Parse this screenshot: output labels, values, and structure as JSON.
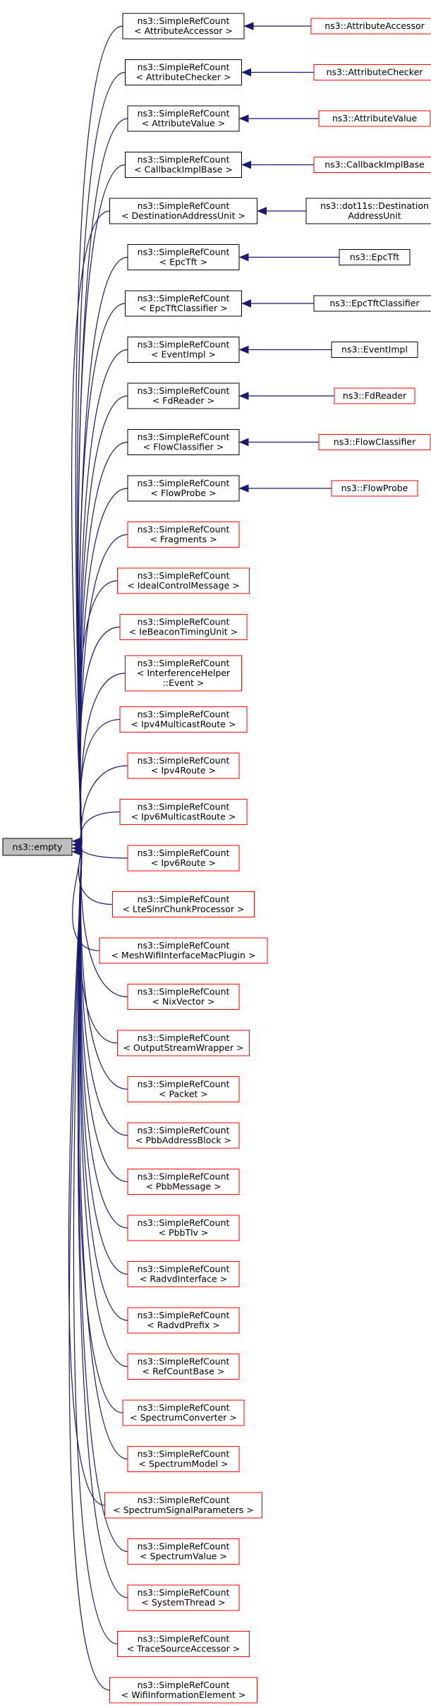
{
  "root": {
    "label": "ns3::empty",
    "fill": "#bfbfbf",
    "border": "#000000"
  },
  "colors": {
    "edge": "#191970",
    "border_black": "#000000",
    "border_red": "#ff0000"
  },
  "middle": [
    {
      "lines": [
        "ns3::SimpleRefCount",
        "< AttributeAccessor >"
      ],
      "border": "black"
    },
    {
      "lines": [
        "ns3::SimpleRefCount",
        "< AttributeChecker >"
      ],
      "border": "black"
    },
    {
      "lines": [
        "ns3::SimpleRefCount",
        "< AttributeValue >"
      ],
      "border": "black"
    },
    {
      "lines": [
        "ns3::SimpleRefCount",
        "< CallbackImplBase >"
      ],
      "border": "black"
    },
    {
      "lines": [
        "ns3::SimpleRefCount",
        "< DestinationAddressUnit >"
      ],
      "border": "black"
    },
    {
      "lines": [
        "ns3::SimpleRefCount",
        "< EpcTft >"
      ],
      "border": "black"
    },
    {
      "lines": [
        "ns3::SimpleRefCount",
        "< EpcTftClassifier >"
      ],
      "border": "black"
    },
    {
      "lines": [
        "ns3::SimpleRefCount",
        "< EventImpl >"
      ],
      "border": "black"
    },
    {
      "lines": [
        "ns3::SimpleRefCount",
        "< FdReader >"
      ],
      "border": "black"
    },
    {
      "lines": [
        "ns3::SimpleRefCount",
        "< FlowClassifier >"
      ],
      "border": "black"
    },
    {
      "lines": [
        "ns3::SimpleRefCount",
        "< FlowProbe >"
      ],
      "border": "black"
    },
    {
      "lines": [
        "ns3::SimpleRefCount",
        "< Fragments >"
      ],
      "border": "red"
    },
    {
      "lines": [
        "ns3::SimpleRefCount",
        "< IdealControlMessage >"
      ],
      "border": "red"
    },
    {
      "lines": [
        "ns3::SimpleRefCount",
        "< IeBeaconTimingUnit >"
      ],
      "border": "red"
    },
    {
      "lines": [
        "ns3::SimpleRefCount",
        "< InterferenceHelper",
        "::Event >"
      ],
      "border": "red"
    },
    {
      "lines": [
        "ns3::SimpleRefCount",
        "< Ipv4MulticastRoute >"
      ],
      "border": "red"
    },
    {
      "lines": [
        "ns3::SimpleRefCount",
        "< Ipv4Route >"
      ],
      "border": "red"
    },
    {
      "lines": [
        "ns3::SimpleRefCount",
        "< Ipv6MulticastRoute >"
      ],
      "border": "red"
    },
    {
      "lines": [
        "ns3::SimpleRefCount",
        "< Ipv6Route >"
      ],
      "border": "red"
    },
    {
      "lines": [
        "ns3::SimpleRefCount",
        "< LteSinrChunkProcessor >"
      ],
      "border": "red"
    },
    {
      "lines": [
        "ns3::SimpleRefCount",
        "< MeshWifiInterfaceMacPlugin >"
      ],
      "border": "red"
    },
    {
      "lines": [
        "ns3::SimpleRefCount",
        "< NixVector >"
      ],
      "border": "red"
    },
    {
      "lines": [
        "ns3::SimpleRefCount",
        "< OutputStreamWrapper >"
      ],
      "border": "red"
    },
    {
      "lines": [
        "ns3::SimpleRefCount",
        "< Packet >"
      ],
      "border": "red"
    },
    {
      "lines": [
        "ns3::SimpleRefCount",
        "< PbbAddressBlock >"
      ],
      "border": "red"
    },
    {
      "lines": [
        "ns3::SimpleRefCount",
        "< PbbMessage >"
      ],
      "border": "red"
    },
    {
      "lines": [
        "ns3::SimpleRefCount",
        "< PbbTlv >"
      ],
      "border": "red"
    },
    {
      "lines": [
        "ns3::SimpleRefCount",
        "< RadvdInterface >"
      ],
      "border": "red"
    },
    {
      "lines": [
        "ns3::SimpleRefCount",
        "< RadvdPrefix >"
      ],
      "border": "red"
    },
    {
      "lines": [
        "ns3::SimpleRefCount",
        "< RefCountBase >"
      ],
      "border": "red"
    },
    {
      "lines": [
        "ns3::SimpleRefCount",
        "< SpectrumConverter >"
      ],
      "border": "red"
    },
    {
      "lines": [
        "ns3::SimpleRefCount",
        "< SpectrumModel >"
      ],
      "border": "red"
    },
    {
      "lines": [
        "ns3::SimpleRefCount",
        "< SpectrumSignalParameters >"
      ],
      "border": "red"
    },
    {
      "lines": [
        "ns3::SimpleRefCount",
        "< SpectrumValue >"
      ],
      "border": "red"
    },
    {
      "lines": [
        "ns3::SimpleRefCount",
        "< SystemThread >"
      ],
      "border": "red"
    },
    {
      "lines": [
        "ns3::SimpleRefCount",
        "< TraceSourceAccessor >"
      ],
      "border": "red"
    },
    {
      "lines": [
        "ns3::SimpleRefCount",
        "< WifiInformationElement >"
      ],
      "border": "red"
    }
  ],
  "right": [
    {
      "parent": 0,
      "lines": [
        "ns3::AttributeAccessor"
      ],
      "border": "red"
    },
    {
      "parent": 1,
      "lines": [
        "ns3::AttributeChecker"
      ],
      "border": "red"
    },
    {
      "parent": 2,
      "lines": [
        "ns3::AttributeValue"
      ],
      "border": "red"
    },
    {
      "parent": 3,
      "lines": [
        "ns3::CallbackImplBase"
      ],
      "border": "red"
    },
    {
      "parent": 4,
      "lines": [
        "ns3::dot11s::Destination",
        "AddressUnit"
      ],
      "border": "black"
    },
    {
      "parent": 5,
      "lines": [
        "ns3::EpcTft"
      ],
      "border": "black"
    },
    {
      "parent": 6,
      "lines": [
        "ns3::EpcTftClassifier"
      ],
      "border": "black"
    },
    {
      "parent": 7,
      "lines": [
        "ns3::EventImpl"
      ],
      "border": "black"
    },
    {
      "parent": 8,
      "lines": [
        "ns3::FdReader"
      ],
      "border": "red"
    },
    {
      "parent": 9,
      "lines": [
        "ns3::FlowClassifier"
      ],
      "border": "red"
    },
    {
      "parent": 10,
      "lines": [
        "ns3::FlowProbe"
      ],
      "border": "red"
    }
  ]
}
